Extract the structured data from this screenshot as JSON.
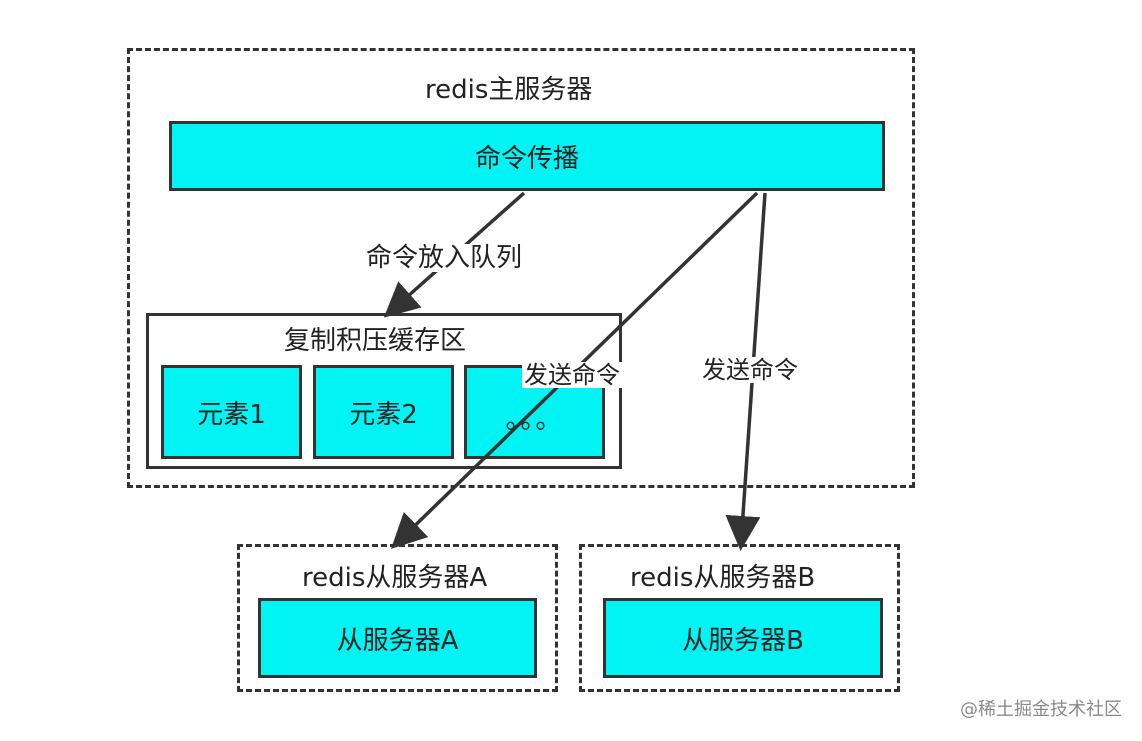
{
  "master": {
    "title": "redis主服务器",
    "propagation_label": "命令传播",
    "queue_label": "命令放入队列",
    "backlog": {
      "title": "复制积压缓存区",
      "elements": [
        "元素1",
        "元素2",
        "。。。"
      ]
    }
  },
  "send_labels": {
    "to_a": "发送命令",
    "to_b": "发送命令"
  },
  "slave_a": {
    "title": "redis从服务器A",
    "inner_label": "从服务器A"
  },
  "slave_b": {
    "title": "redis从服务器B",
    "inner_label": "从服务器B"
  },
  "watermark": "@稀土掘金技术社区",
  "colors": {
    "box_fill": "#00f4f4",
    "stroke": "#333333",
    "text": "#222222",
    "watermark": "#8a8a8a"
  }
}
